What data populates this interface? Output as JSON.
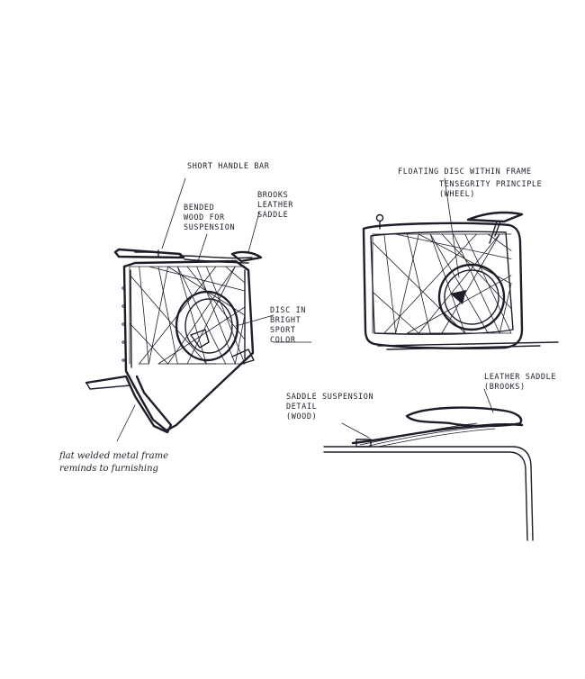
{
  "annotations": {
    "short_handle_bar": "SHORT HANDLE BAR",
    "bended_wood": "BENDED\nWOOD FOR\nSUSPENSION",
    "brooks_saddle": "BROOKS\nLEATHER\nSADDLE",
    "disc_color": "DISC IN\nBRIGHT\nSPORT\nCOLOR",
    "flat_frame": "flat welded metal frame\nreminds to furnishing",
    "floating_disc": "FLOATING DISC WITHIN FRAME",
    "tensegrity": "TENSEGRITY PRINCIPLE\n(WHEEL)",
    "leather_saddle": "LEATHER SADDLE\n(BROOKS)",
    "saddle_suspension": "SADDLE SUSPENSION\nDETAIL\n(WOOD)"
  }
}
